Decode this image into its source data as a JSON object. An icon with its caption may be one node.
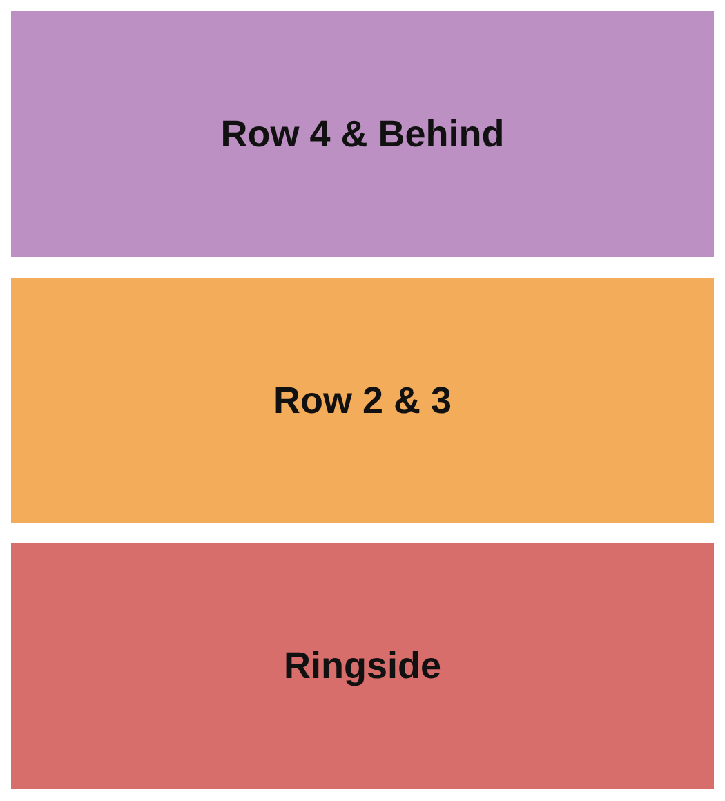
{
  "diagram": {
    "nodes": [
      {
        "text": [
          "Row 4 & Behind"
        ]
      },
      {
        "text": [
          "Row 2 & 3"
        ]
      },
      {
        "text": [
          "Ringside"
        ]
      }
    ],
    "edges": []
  }
}
